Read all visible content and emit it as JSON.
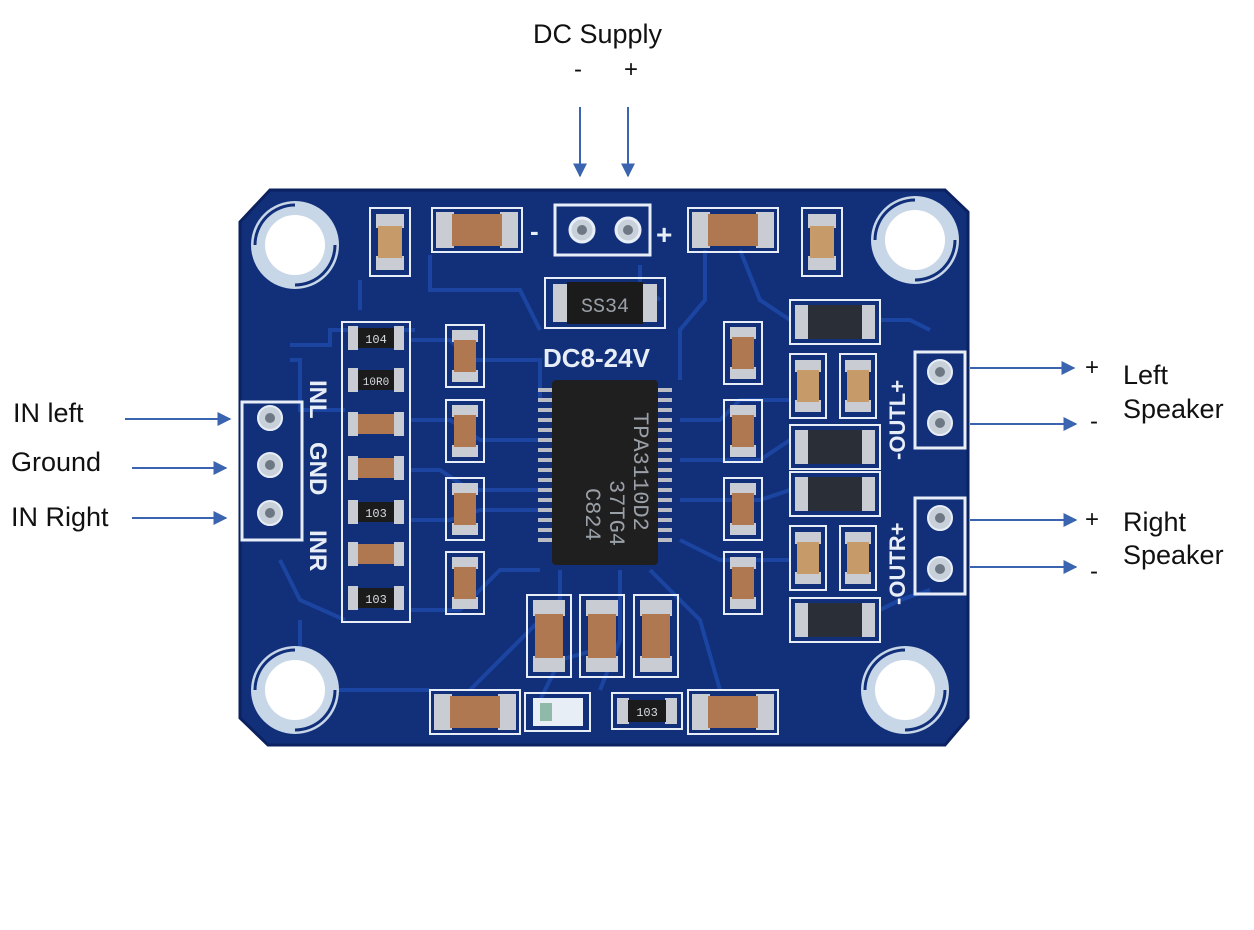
{
  "colors": {
    "pcb": "#12307a",
    "pcb_dark": "#0b2160",
    "trace": "#1d48a6",
    "silkscreen": "#e8eef8",
    "arrow": "#3a64b0",
    "chip": "#1f1f1f",
    "pin": "#b9bcc2",
    "cap_body": "#b07850",
    "cap_end": "#c9cdd3",
    "resistor_body": "#1b1b1b"
  },
  "labels": {
    "dc_supply": "DC Supply",
    "dc_minus": "-",
    "dc_plus": "+",
    "in_left": "IN left",
    "ground": "Ground",
    "in_right": "IN Right",
    "left_plus": "+",
    "left_minus": "-",
    "left_speaker_line1": "Left",
    "left_speaker_line2": "Speaker",
    "right_plus": "+",
    "right_minus": "-",
    "right_speaker_line1": "Right",
    "right_speaker_line2": "Speaker"
  },
  "board": {
    "voltage_label": "DC8-24V",
    "chip_line1": "TPA3110D2",
    "chip_line2": "37TG4",
    "chip_line3": "C824",
    "diode_label": "SS34",
    "pin_label_inl": "INL",
    "pin_label_gnd": "GND",
    "pin_label_inr": "INR",
    "pin_label_outl": "-OUTL+",
    "pin_label_outr": "-OUTR+",
    "power_minus": "-",
    "power_plus": "+",
    "resistor_labels": [
      "104",
      "10R0",
      "103",
      "103",
      "103"
    ]
  }
}
